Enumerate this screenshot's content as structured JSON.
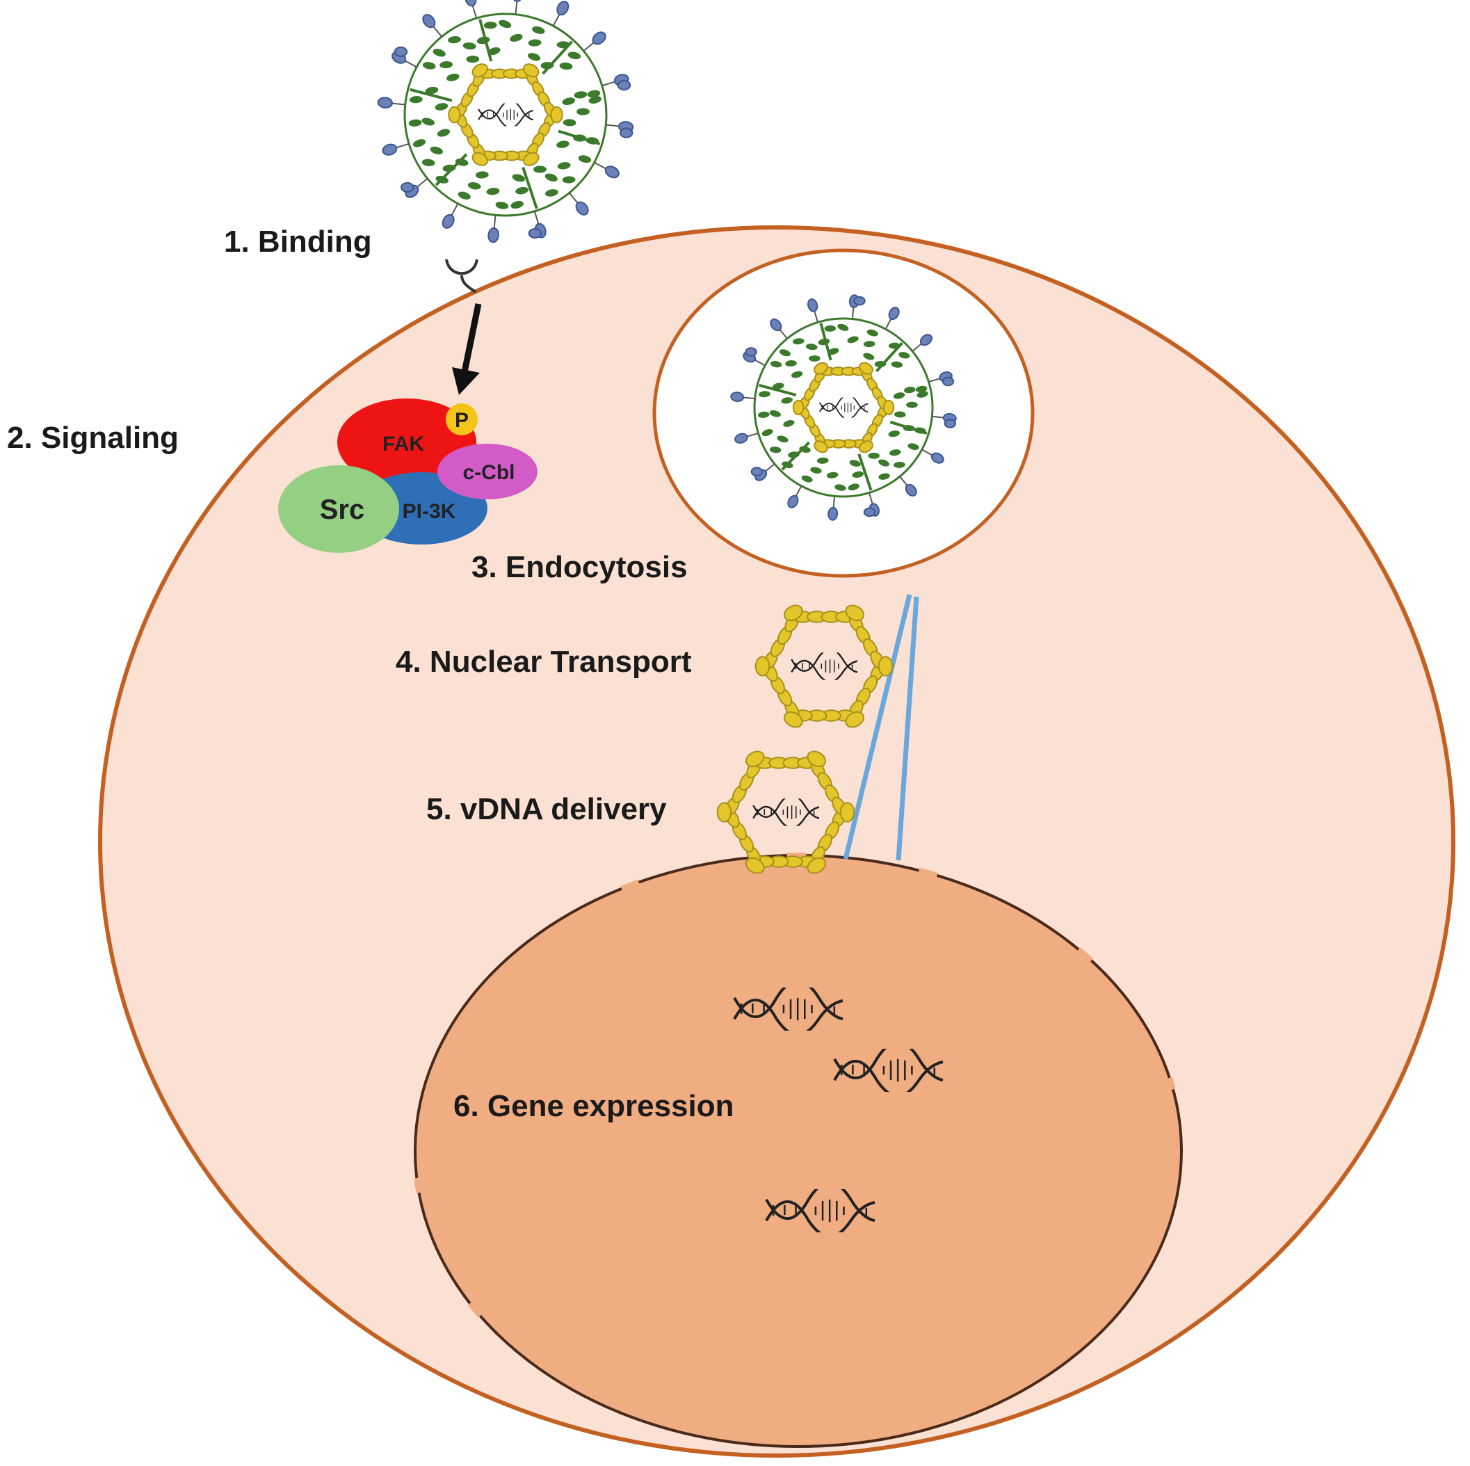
{
  "steps": {
    "binding": "1. Binding",
    "signaling": "2. Signaling",
    "endocytosis": "3. Endocytosis",
    "nuclear_transport": "4. Nuclear Transport",
    "vdna_delivery": "5. vDNA delivery",
    "gene_expression": "6. Gene expression"
  },
  "proteins": {
    "fak": "FAK",
    "p": "P",
    "ccbl": "c-Cbl",
    "src": "Src",
    "pi3k": "PI-3K"
  },
  "colors": {
    "cell_fill": "#fae1d3",
    "cell_stroke": "#c46021",
    "nucleus_fill": "#f1ad82",
    "nucleus_stroke": "#4a2a1a",
    "endosome_fill": "#ffffff",
    "capsid_fill": "#e4c62a",
    "capsid_stroke": "#a8901a",
    "envelope_green": "#3b7a2b",
    "spike_blue": "#6a82b8",
    "fak": "#ee1414",
    "ccbl": "#d25bc8",
    "src": "#95cf84",
    "pi3k": "#2f6fb7",
    "phospho": "#f4c419",
    "microtubule": "#6aa8dc"
  }
}
